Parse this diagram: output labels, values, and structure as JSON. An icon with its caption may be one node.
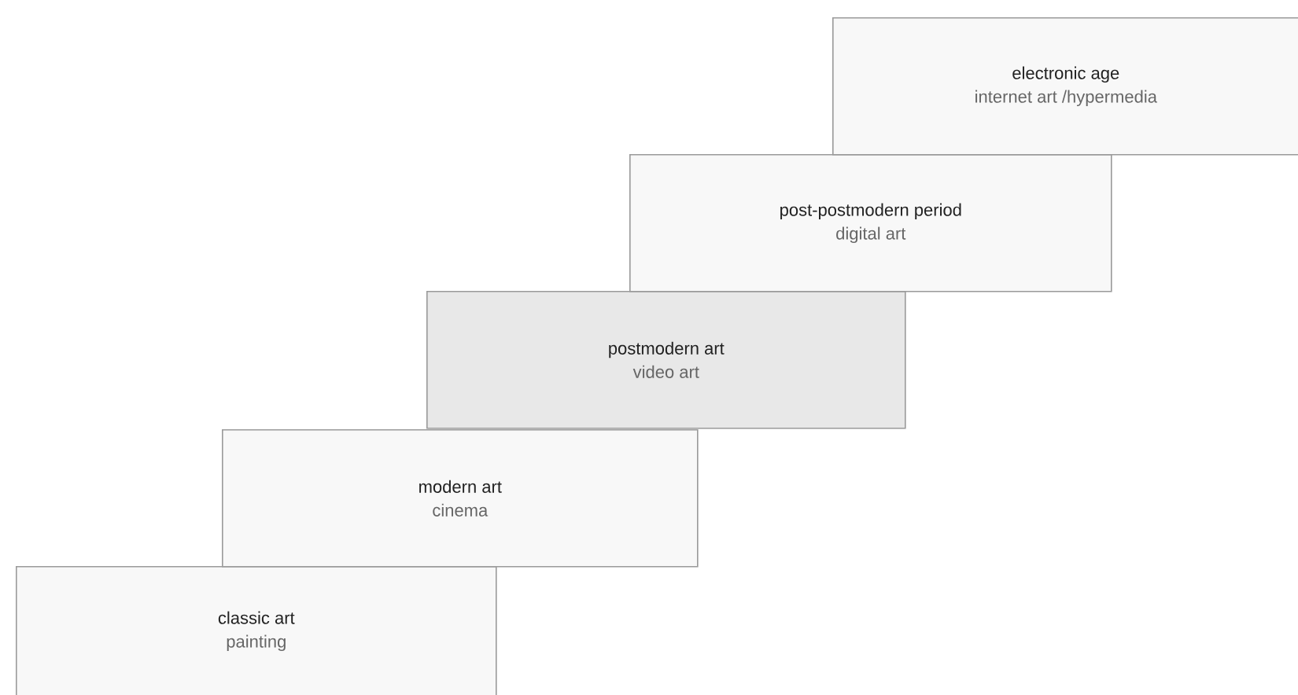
{
  "diagram": {
    "nodes": [
      {
        "text": [
          "classic art",
          "painting"
        ]
      },
      {
        "text": [
          "modern art",
          "cinema"
        ]
      },
      {
        "text": [
          "postmodern art",
          "video art"
        ]
      },
      {
        "text": [
          "post-postmodern period",
          "digital art"
        ]
      },
      {
        "text": [
          "electronic age",
          "internet art /hypermedia"
        ]
      }
    ]
  }
}
